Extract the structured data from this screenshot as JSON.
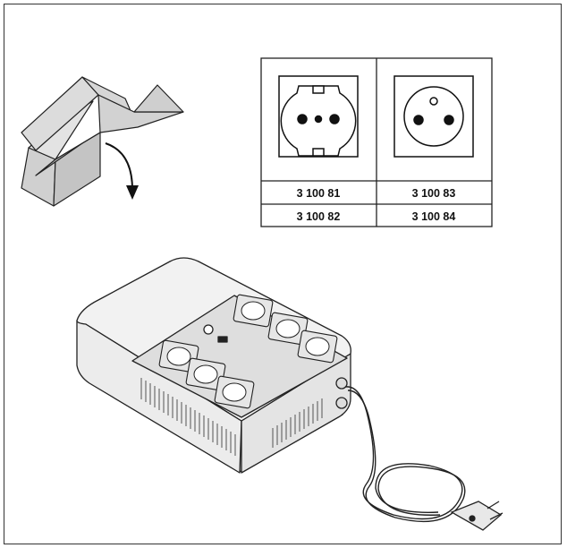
{
  "socket_table": {
    "columns": [
      {
        "socket_type": "schuko-socket",
        "codes": [
          "3 100 81",
          "3 100 82"
        ]
      },
      {
        "socket_type": "french-socket",
        "codes": [
          "3 100 83",
          "3 100 84"
        ]
      }
    ]
  },
  "colors": {
    "line": "#222222",
    "box_fill": "#d9d9d9",
    "ups_top": "#eeeeee",
    "panel": "#dedede"
  }
}
